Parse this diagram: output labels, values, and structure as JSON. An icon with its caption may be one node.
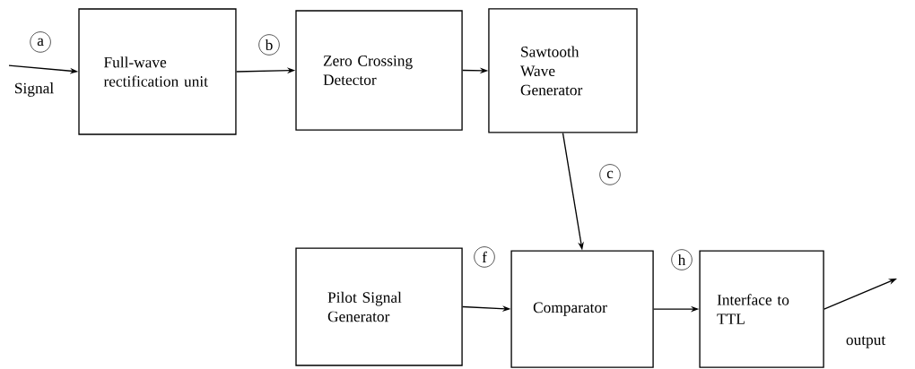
{
  "diagram": {
    "nodes": [
      {
        "text": [
          "Full-wave rectification unit"
        ]
      },
      {
        "text": [
          "Zero Crossing Detector"
        ]
      },
      {
        "text": [
          "Sawtooth Wave Generator"
        ]
      },
      {
        "text": [
          "Pilot Signal Generator"
        ]
      },
      {
        "text": [
          "Comparator"
        ]
      },
      {
        "text": [
          "Interface to TTL"
        ]
      }
    ],
    "edges": [
      {
        "from": null,
        "to": 0,
        "arrow": "to",
        "label": "a"
      },
      {
        "from": 0,
        "to": 1,
        "arrow": "to",
        "label": "b"
      },
      {
        "from": 1,
        "to": 2,
        "arrow": "to"
      },
      {
        "from": 2,
        "to": 4,
        "arrow": "to",
        "label": "c"
      },
      {
        "from": 3,
        "to": 4,
        "arrow": "to",
        "label": "f"
      },
      {
        "from": 4,
        "to": 5,
        "arrow": "to",
        "label": "h"
      },
      {
        "from": 5,
        "to": null,
        "arrow": "to"
      }
    ],
    "labels": [
      "Signal",
      "output"
    ]
  }
}
